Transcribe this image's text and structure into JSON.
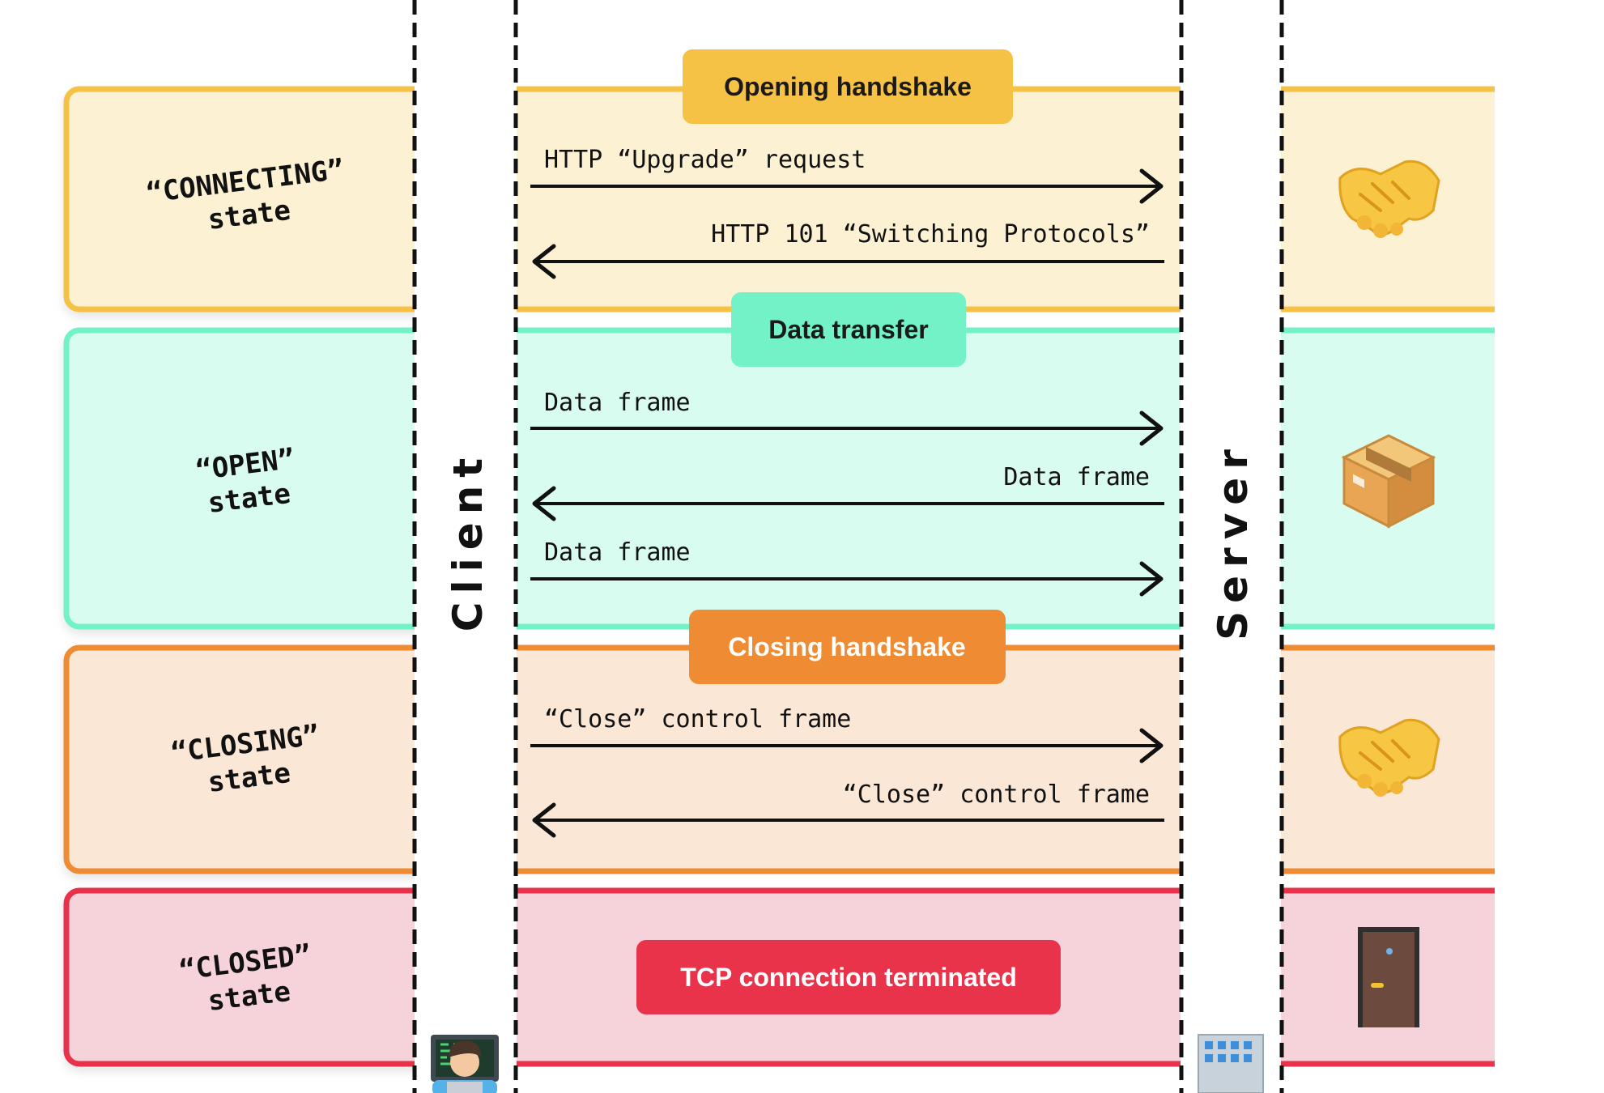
{
  "colors": {
    "connecting": {
      "border": "#F5C245",
      "fill": "#FDF1D3",
      "badge": "#F5C245",
      "badge_text": "#1a1a1a"
    },
    "open": {
      "border": "#72F2C6",
      "fill": "#D9FCF0",
      "badge": "#72F2C6",
      "badge_text": "#1a1a1a"
    },
    "closing": {
      "border": "#EF8B33",
      "fill": "#FAE7D6",
      "badge": "#EF8B33",
      "badge_text": "#ffffff"
    },
    "closed": {
      "border": "#E8334A",
      "fill": "#F6D3DB",
      "badge": "#E8334A",
      "badge_text": "#ffffff"
    }
  },
  "lanes": {
    "client": "Client",
    "server": "Server"
  },
  "phases": [
    {
      "key": "connecting",
      "state_line1": "“CONNECTING”",
      "state_line2": "state",
      "badge": "Opening handshake",
      "icon": "handshake-icon",
      "messages": [
        {
          "text": "HTTP “Upgrade” request",
          "direction": "to-server"
        },
        {
          "text": "HTTP 101 “Switching Protocols”",
          "direction": "to-client"
        }
      ]
    },
    {
      "key": "open",
      "state_line1": "“OPEN”",
      "state_line2": "state",
      "badge": "Data transfer",
      "icon": "package-icon",
      "messages": [
        {
          "text": "Data frame",
          "direction": "to-server"
        },
        {
          "text": "Data frame",
          "direction": "to-client"
        },
        {
          "text": "Data frame",
          "direction": "to-server"
        }
      ]
    },
    {
      "key": "closing",
      "state_line1": "“CLOSING”",
      "state_line2": "state",
      "badge": "Closing handshake",
      "icon": "handshake-icon",
      "messages": [
        {
          "text": "“Close” control frame",
          "direction": "to-server"
        },
        {
          "text": "“Close” control frame",
          "direction": "to-client"
        }
      ]
    },
    {
      "key": "closed",
      "state_line1": "“CLOSED”",
      "state_line2": "state",
      "badge": "TCP connection terminated",
      "icon": "door-icon",
      "messages": []
    }
  ]
}
